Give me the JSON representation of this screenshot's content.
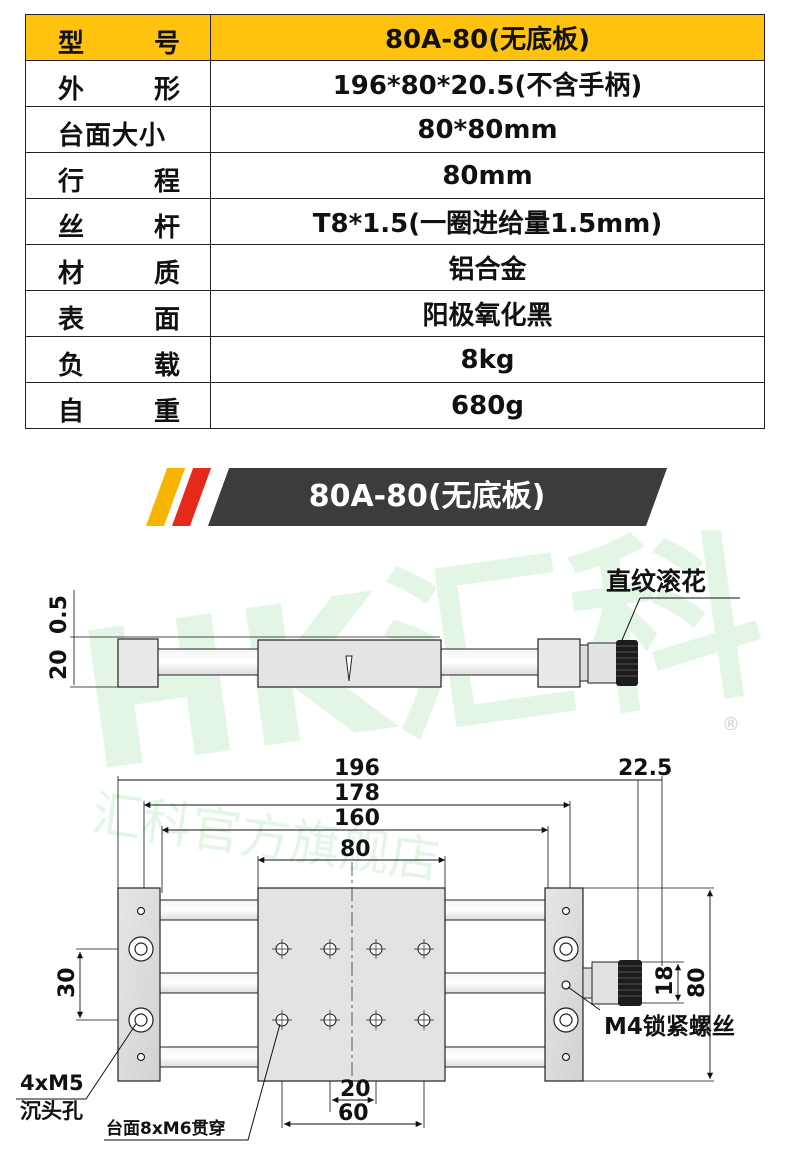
{
  "table": {
    "header": {
      "k1": "型",
      "k2": "号",
      "value": "80A-80(无底板)"
    },
    "rows": [
      {
        "k1": "外",
        "k2": "形",
        "value": "196*80*20.5(不含手柄)"
      },
      {
        "k_full": "台面大小",
        "value": "80*80mm"
      },
      {
        "k1": "行",
        "k2": "程",
        "value": "80mm"
      },
      {
        "k1": "丝",
        "k2": "杆",
        "value": "T8*1.5(一圈进给量1.5mm)"
      },
      {
        "k1": "材",
        "k2": "质",
        "value": "铝合金"
      },
      {
        "k1": "表",
        "k2": "面",
        "value": "阳极氧化黑"
      },
      {
        "k1": "负",
        "k2": "载",
        "value": "8kg"
      },
      {
        "k1": "自",
        "k2": "重",
        "value": "680g"
      }
    ]
  },
  "banner": {
    "title": "80A-80(无底板)"
  },
  "colors": {
    "header_bg": "#ffc20e",
    "banner_bg": "#3c3c3c",
    "stripe_yellow": "#f7b500",
    "stripe_red": "#e52a1c",
    "watermark": "#2fbf4a"
  },
  "drawing": {
    "side_view": {
      "dim_height": "20",
      "dim_top": "0.5",
      "knob_label": "直纹滚花"
    },
    "top_view": {
      "dim_196": "196",
      "dim_178": "178",
      "dim_160": "160",
      "dim_80": "80",
      "dim_22_5": "22.5",
      "dim_30": "30",
      "dim_18": "18",
      "dim_80_v": "80",
      "dim_20": "20",
      "dim_60": "60",
      "label_lock": "M4锁紧螺丝",
      "label_m5_1": "4xM5",
      "label_m5_2": "沉头孔",
      "label_table": "台面8xM6贯穿"
    },
    "watermark": {
      "brand": "HK汇科",
      "shop": "汇科官方旗舰店",
      "reg": "®"
    }
  }
}
